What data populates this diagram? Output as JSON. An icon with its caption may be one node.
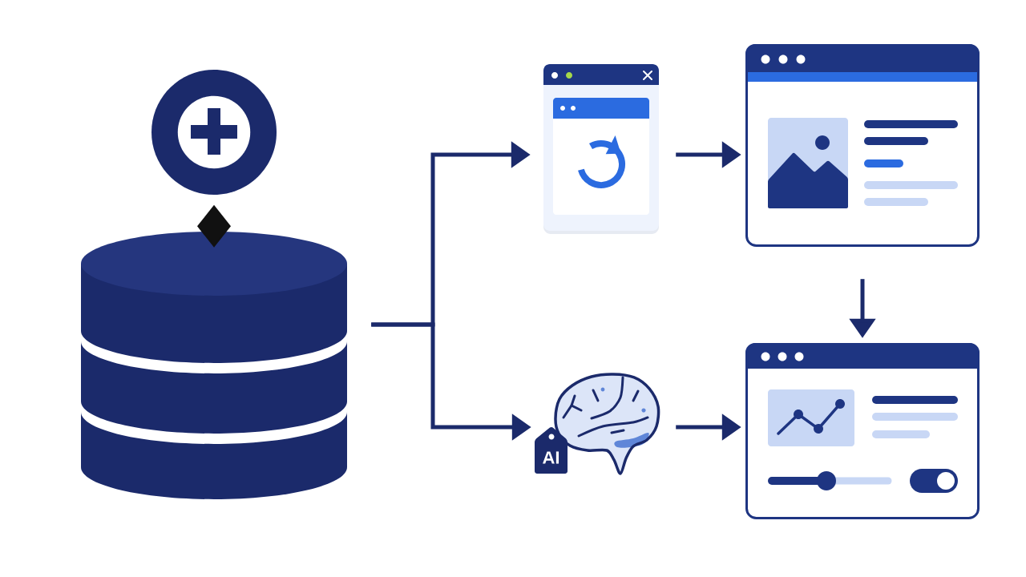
{
  "diagram": {
    "nodes": [
      {
        "text": [],
        "shape": "circle"
      },
      {
        "text": [],
        "shape": "cylinder"
      },
      {
        "text": [],
        "shape": "picture"
      },
      {
        "text": [],
        "shape": "picture"
      },
      {
        "text": [],
        "shape": "picture"
      },
      {
        "text": [
          "AI"
        ]
      },
      {
        "text": [],
        "shape": "picture"
      }
    ],
    "edges": [
      {
        "from": 0,
        "to": 1,
        "arrow": "other",
        "color": "#111111"
      },
      {
        "from": 1,
        "to": 2,
        "arrow": "to"
      },
      {
        "from": 1,
        "to": 5,
        "arrow": "to"
      },
      {
        "from": 2,
        "to": 3,
        "arrow": "to"
      },
      {
        "from": 4,
        "to": 6,
        "arrow": "to"
      },
      {
        "from": 3,
        "to": 6,
        "arrow": "to"
      }
    ]
  }
}
